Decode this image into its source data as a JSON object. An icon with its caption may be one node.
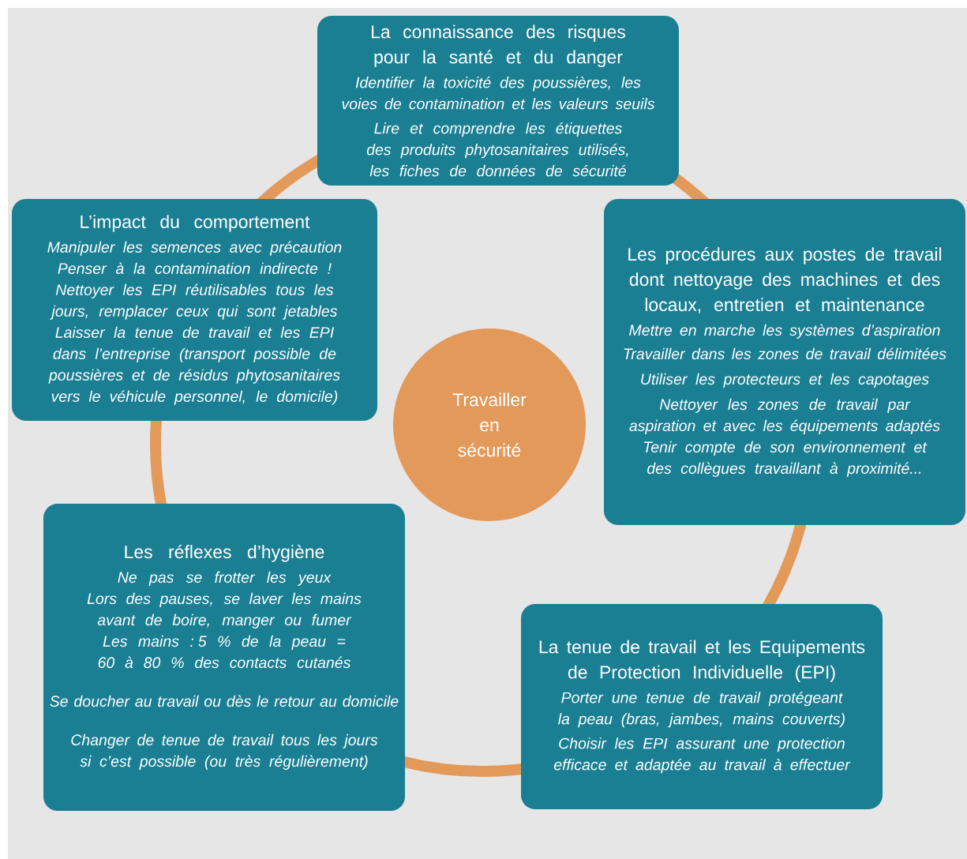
{
  "diagram": {
    "nodes": [
      {
        "text": [
          "Travailler en sécurité"
        ]
      },
      {
        "text": [
          "La connaissance des risques pour la santé et du danger",
          "Identifier la toxicité des poussières, les voies de contamination et les valeurs seuils",
          "Lire et comprendre les étiquettes des produits phytosanitaires utilisés, les fiches de données de sécurité"
        ]
      },
      {
        "text": [
          "Les procédures aux postes de travail dont nettoyage des machines et des locaux, entretien et maintenance",
          "Mettre en marche les systèmes d’aspiration",
          "Travailler dans les zones de travail délimitées",
          "Utiliser les protecteurs et les capotages",
          "Nettoyer les zones de travail par aspiration et avec les équipements adaptés",
          "Tenir compte de son environnement et des collègues travaillant à proximité..."
        ]
      },
      {
        "text": [
          "La tenue de travail et les Equipements de Protection Individuelle (EPI)",
          "Porter une tenue de travail protégeant la peau (bras, jambes, mains couverts)",
          "Choisir les EPI assurant une protection efficace et adaptée au travail à effectuer"
        ]
      },
      {
        "text": [
          "Les réflexes d’hygiène",
          "Ne pas se frotter les yeux",
          "Lors des pauses, se laver les mains avant de boire, manger ou fumer",
          "Les mains : 5 % de la peau = 60 à 80 % des contacts cutanés",
          "Se doucher au travail ou dès le retour au domicile",
          "Changer de tenue de travail tous les jours si c’est possible (ou très régulièrement)"
        ]
      },
      {
        "text": [
          "L’impact du comportement",
          "Manipuler les semences avec précaution",
          "Penser à la contamination indirecte !",
          "Nettoyer les EPI réutilisables tous les jours, remplacer ceux qui sont jetables",
          "Laisser la tenue de travail et les EPI dans l’entreprise (transport possible de poussières et de résidus phytosanitaires vers le véhicule personnel, le domicile)"
        ]
      }
    ]
  }
}
